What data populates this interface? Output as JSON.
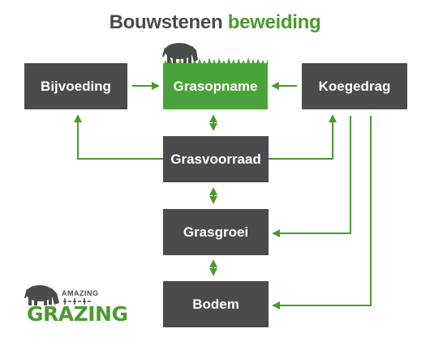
{
  "title": {
    "part1": "Bouwstenen",
    "part2": "beweiding"
  },
  "boxes": {
    "bijvoeding": "Bijvoeding",
    "grasopname": "Grasopname",
    "koegedrag": "Koegedrag",
    "grasvoorraad": "Grasvoorraad",
    "grasgroei": "Grasgroei",
    "bodem": "Bodem"
  },
  "logo": {
    "top": "AMAZING",
    "bottom": "GRAZING"
  },
  "colors": {
    "green": "#4aa33a",
    "dark": "#4a4b4d",
    "title": "#4a4a4a"
  }
}
